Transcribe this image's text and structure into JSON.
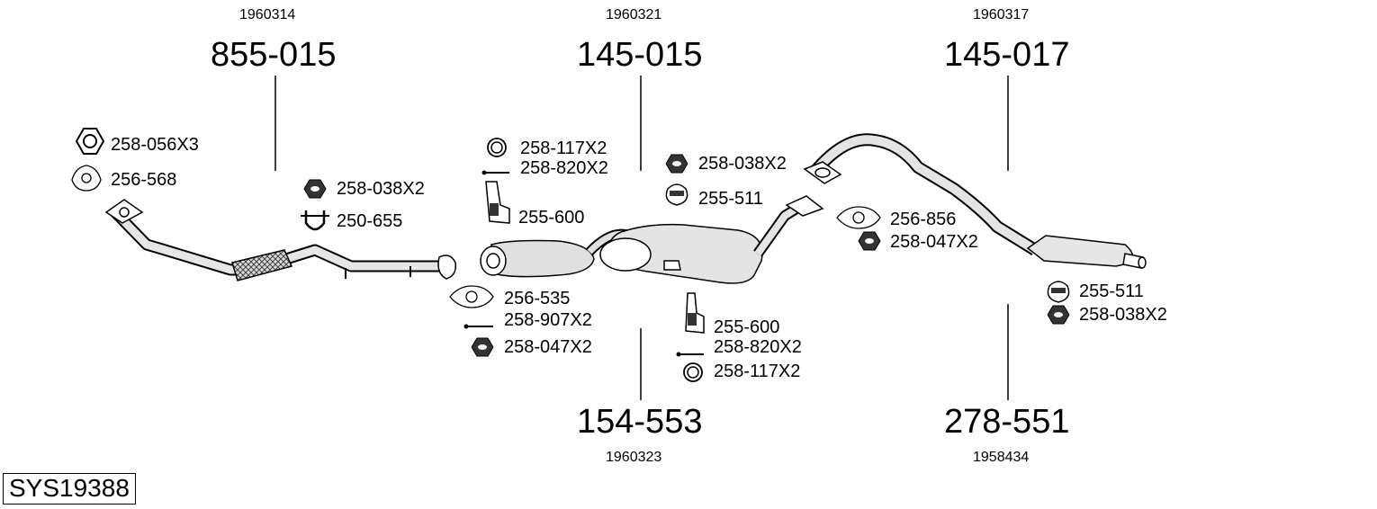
{
  "system_code": "SYS19388",
  "main_parts": [
    {
      "ref": "1960314",
      "part": "855-015"
    },
    {
      "ref": "1960321",
      "part": "145-015"
    },
    {
      "ref": "1960317",
      "part": "145-017"
    },
    {
      "ref": "1960323",
      "part": "154-553"
    },
    {
      "ref": "1958434",
      "part": "278-551"
    }
  ],
  "fittings": {
    "group1": [
      "258-056X3",
      "256-568"
    ],
    "group2": [
      "258-038X2",
      "250-655"
    ],
    "group3": [
      "256-535",
      "258-907X2",
      "258-047X2"
    ],
    "group4": [
      "258-117X2",
      "258-820X2",
      "255-600"
    ],
    "group5": [
      "258-038X2",
      "255-511"
    ],
    "group6": [
      "255-600",
      "258-820X2",
      "258-117X2"
    ],
    "group7": [
      "256-856",
      "258-047X2"
    ],
    "group8": [
      "255-511",
      "258-038X2"
    ]
  },
  "icons": [
    "hex-nut-icon",
    "flange-gasket-icon",
    "flange-nut-icon",
    "u-bolt-clamp-icon",
    "bolt-icon",
    "sealing-ring-icon",
    "rubber-hanger-icon",
    "bracket-icon"
  ]
}
